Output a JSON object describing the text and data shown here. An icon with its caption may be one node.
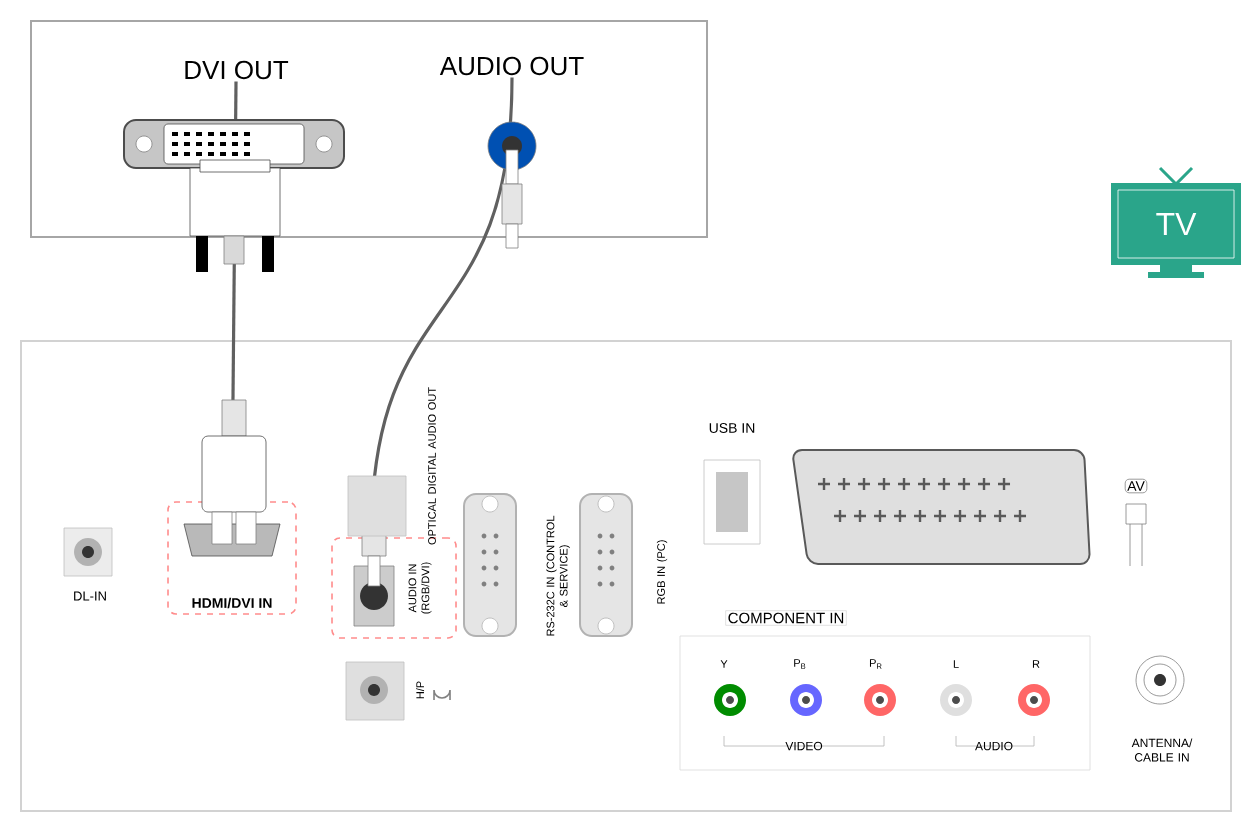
{
  "diagram": {
    "nodes": [
      {
        "text": [],
        "shape": "box"
      },
      {
        "text": [
          "DVI OUT"
        ],
        "in": 0
      },
      {
        "text": [
          "AUDIO OUT"
        ],
        "in": 0
      },
      {
        "text": [],
        "shape": "box"
      },
      {
        "text": [
          "HDMI/DVI IN"
        ],
        "in": 3
      },
      {
        "text": [
          "AUDIO IN (RGB/DVI)"
        ],
        "in": 3
      }
    ],
    "edges": [
      {
        "from": 1,
        "to": 4,
        "arrow": "none"
      },
      {
        "from": 2,
        "to": 5,
        "arrow": "none"
      }
    ],
    "labels": [
      "TV",
      "OPTICAL DIGITAL AUDIO OUT",
      "RS-232C IN (CONTROL & SERVICE)",
      "RGB IN (PC)",
      "USB IN",
      "AV",
      "DL-IN",
      "H/P",
      "COMPONENT IN",
      "Y",
      "P$_{B}$",
      "P$_{R}$",
      "L",
      "R",
      "ANTENNA/ CABLE IN",
      "VIDEO",
      "AUDIO"
    ]
  }
}
